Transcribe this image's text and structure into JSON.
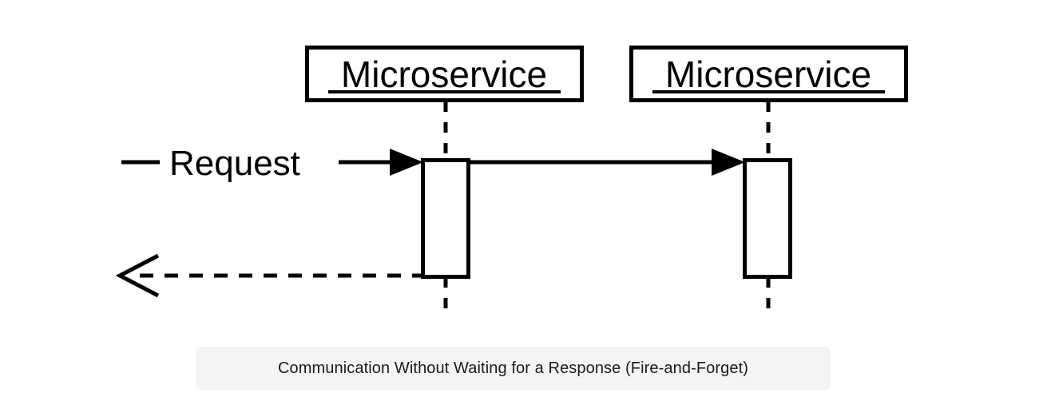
{
  "diagram": {
    "type": "uml-sequence-diagram",
    "background_color": "#ffffff",
    "stroke_color": "#000000",
    "participants": [
      {
        "id": "participant-left",
        "label": "Microservice"
      },
      {
        "id": "participant-right",
        "label": "Microservice"
      }
    ],
    "messages": [
      {
        "id": "request-message",
        "label": "Request",
        "style": "solid",
        "arrowhead": "filled-triangle",
        "direction": "left-to-right"
      },
      {
        "id": "forward-message",
        "label": "",
        "style": "solid",
        "arrowhead": "filled-triangle",
        "direction": "left-to-right"
      },
      {
        "id": "return-message",
        "label": "",
        "style": "dashed",
        "arrowhead": "open-v",
        "direction": "right-to-left"
      }
    ],
    "activations": [
      {
        "id": "activation-left"
      },
      {
        "id": "activation-right"
      }
    ]
  },
  "caption": {
    "text": "Communication Without Waiting for a Response (Fire-and-Forget)",
    "background_color": "#f4f4f4"
  }
}
